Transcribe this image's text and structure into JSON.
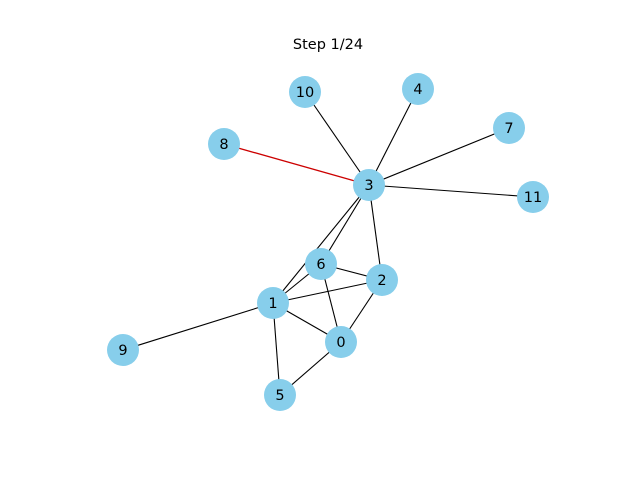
{
  "title": "Step 1/24",
  "colors": {
    "node_fill": "#87ceeb",
    "edge": "#000000",
    "highlight_edge": "#cc0000",
    "background": "#ffffff"
  },
  "graph": {
    "nodes": [
      "0",
      "1",
      "2",
      "3",
      "4",
      "5",
      "6",
      "7",
      "8",
      "9",
      "10",
      "11"
    ],
    "edges": [
      [
        "3",
        "10"
      ],
      [
        "3",
        "4"
      ],
      [
        "3",
        "7"
      ],
      [
        "3",
        "11"
      ],
      [
        "3",
        "6"
      ],
      [
        "3",
        "1"
      ],
      [
        "3",
        "2"
      ],
      [
        "1",
        "6"
      ],
      [
        "1",
        "2"
      ],
      [
        "1",
        "0"
      ],
      [
        "1",
        "5"
      ],
      [
        "1",
        "9"
      ],
      [
        "6",
        "2"
      ],
      [
        "6",
        "0"
      ],
      [
        "2",
        "0"
      ],
      [
        "0",
        "5"
      ],
      [
        "8",
        "3"
      ]
    ],
    "highlighted_edge": [
      "8",
      "3"
    ]
  }
}
